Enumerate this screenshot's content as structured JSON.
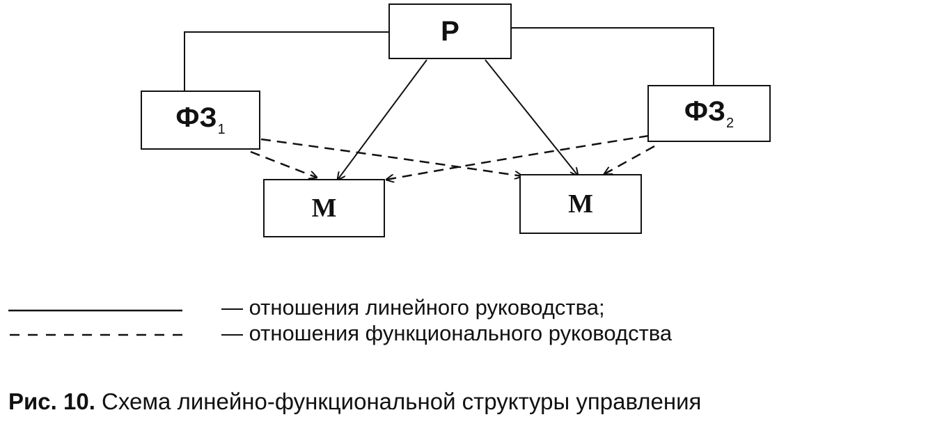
{
  "diagram": {
    "nodes": {
      "p": {
        "label": "Р"
      },
      "fz1": {
        "label": "ФЗ",
        "sub": "1"
      },
      "fz2": {
        "label": "ФЗ",
        "sub": "2"
      },
      "m1": {
        "label": "М"
      },
      "m2": {
        "label": "М"
      }
    },
    "edges": [
      {
        "from": "p",
        "to": "fz1",
        "style": "solid",
        "arrow": false
      },
      {
        "from": "p",
        "to": "fz2",
        "style": "solid",
        "arrow": false
      },
      {
        "from": "p",
        "to": "m1",
        "style": "solid",
        "arrow": true
      },
      {
        "from": "p",
        "to": "m2",
        "style": "solid",
        "arrow": true
      },
      {
        "from": "fz1",
        "to": "m1",
        "style": "dashed",
        "arrow": true
      },
      {
        "from": "fz1",
        "to": "m2",
        "style": "dashed",
        "arrow": true
      },
      {
        "from": "fz2",
        "to": "m1",
        "style": "dashed",
        "arrow": true
      },
      {
        "from": "fz2",
        "to": "m2",
        "style": "dashed",
        "arrow": true
      }
    ]
  },
  "legend": {
    "linear": "— отношения линейного руководства;",
    "functional": "— отношения функционального руководства"
  },
  "caption": {
    "number": "Рис. 10.",
    "text": " Схема линейно-функциональной структуры управления"
  }
}
